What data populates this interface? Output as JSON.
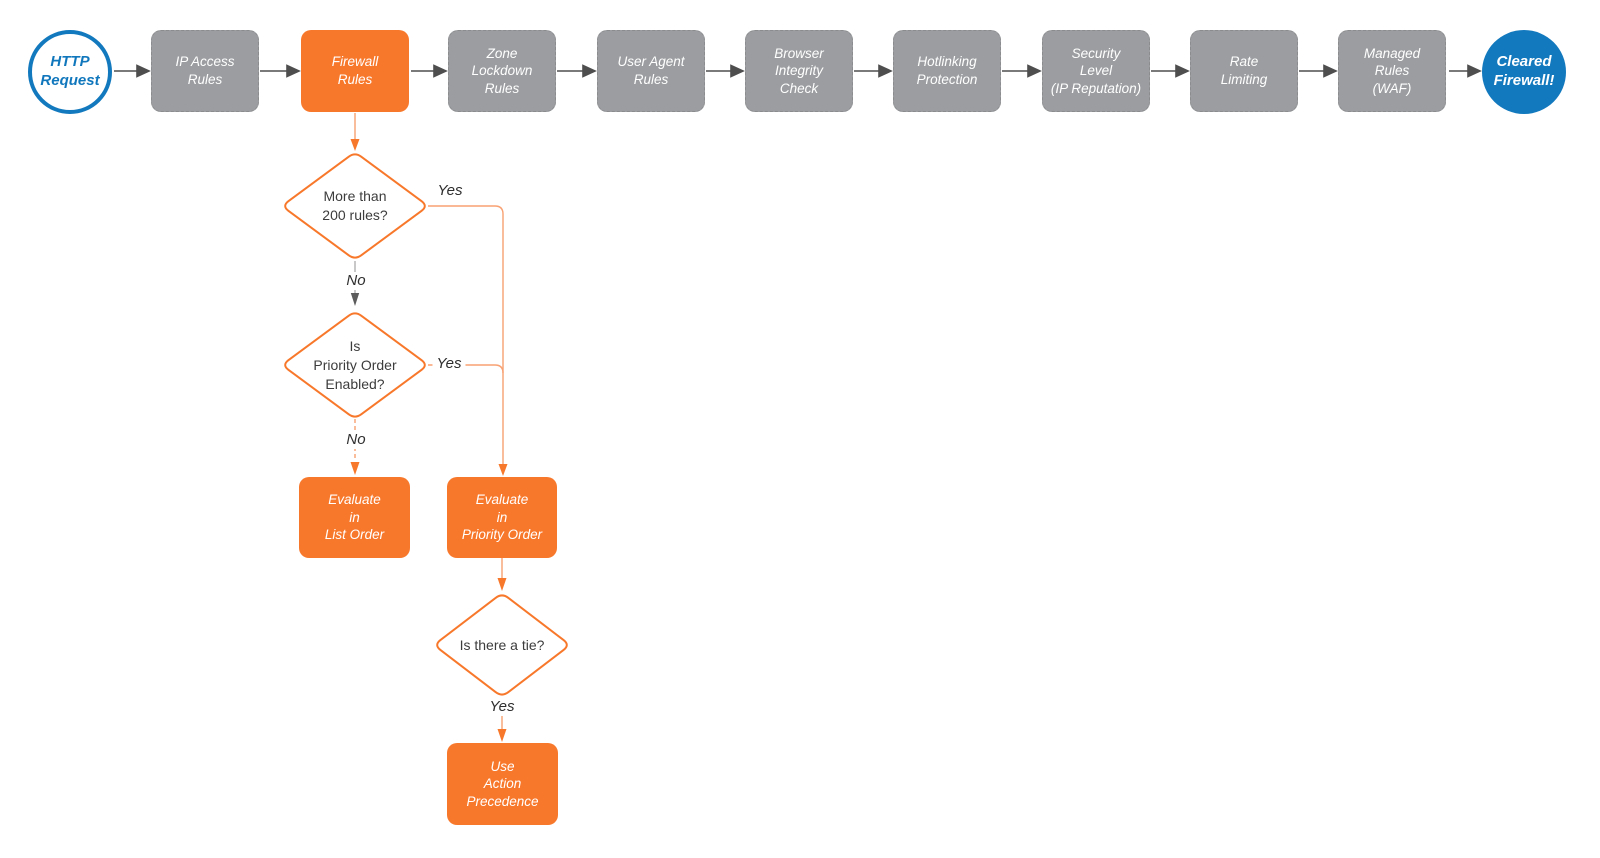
{
  "diagram": {
    "colors": {
      "accent_orange": "#F8782B",
      "connector_orange_light": "#F8A172",
      "node_gray": "#9B9DA0",
      "node_gray_border": "#8A8C8E",
      "brand_blue": "#1379BE",
      "connector_dark": "#4E4E4E",
      "connector_gray": "#B0B0B0",
      "decision_text": "#3C3C3C"
    },
    "pipeline": [
      {
        "id": "http-request",
        "shape": "circle-start",
        "label": "HTTP\nRequest"
      },
      {
        "id": "ip-access-rules",
        "shape": "box-gray",
        "label": "IP Access\nRules"
      },
      {
        "id": "firewall-rules",
        "shape": "box-highlight",
        "label": "Firewall\nRules"
      },
      {
        "id": "zone-lockdown-rules",
        "shape": "box-gray",
        "label": "Zone\nLockdown\nRules"
      },
      {
        "id": "user-agent-rules",
        "shape": "box-gray",
        "label": "User Agent\nRules"
      },
      {
        "id": "browser-integrity-check",
        "shape": "box-gray",
        "label": "Browser\nIntegrity\nCheck"
      },
      {
        "id": "hotlinking-protection",
        "shape": "box-gray",
        "label": "Hotlinking\nProtection"
      },
      {
        "id": "security-level",
        "shape": "box-gray",
        "label": "Security\nLevel\n(IP Reputation)"
      },
      {
        "id": "rate-limiting",
        "shape": "box-gray",
        "label": "Rate\nLimiting"
      },
      {
        "id": "managed-rules-waf",
        "shape": "box-gray",
        "label": "Managed\nRules\n(WAF)"
      },
      {
        "id": "cleared-firewall",
        "shape": "circle-end",
        "label": "Cleared\nFirewall!"
      }
    ],
    "decisions": [
      {
        "id": "more-than-200-rules",
        "label": "More than\n200 rules?"
      },
      {
        "id": "is-priority-order-enabled",
        "label": "Is\nPriority Order\nEnabled?"
      },
      {
        "id": "is-there-a-tie",
        "label": "Is there a tie?"
      }
    ],
    "actions": [
      {
        "id": "evaluate-in-list-order",
        "label": "Evaluate\nin\nList Order"
      },
      {
        "id": "evaluate-in-priority-order",
        "label": "Evaluate\nin\nPriority Order"
      },
      {
        "id": "use-action-precedence",
        "label": "Use\nAction\nPrecedence"
      }
    ],
    "edge_labels": {
      "yes1": "Yes",
      "no1": "No",
      "yes2": "Yes",
      "no2": "No",
      "yes3": "Yes"
    }
  }
}
